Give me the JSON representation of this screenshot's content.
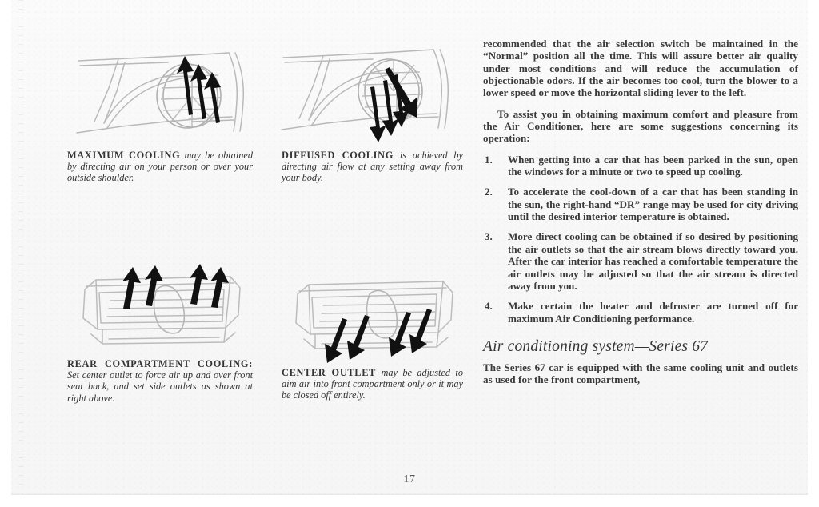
{
  "page": {
    "number": "17",
    "paper_color": "#f7f7f7",
    "ink_color": "#3a3a3a"
  },
  "figures": [
    {
      "id": "maximum-cooling",
      "icon": "dashboard-round-air-outlet-arrows-up",
      "arrow_direction": "up-left",
      "arrow_count": 3,
      "caption_head": "MAXIMUM COOLING",
      "caption_body": "may be obtained by directing air on your person or over your outside shoulder."
    },
    {
      "id": "diffused-cooling",
      "icon": "dashboard-round-air-outlet-arrows-down",
      "arrow_direction": "down-right",
      "arrow_count": 4,
      "caption_head": "DIFFUSED COOLING",
      "caption_body": "is achieved by directing air flow at any setting away from your body."
    },
    {
      "id": "rear-compartment-cooling",
      "icon": "rectangular-air-outlet-arrows-up",
      "arrow_direction": "up",
      "arrow_count": 4,
      "caption_head": "REAR COMPARTMENT COOLING:",
      "caption_body": "Set center outlet to force air up and over front seat back, and set side outlets as shown at right above."
    },
    {
      "id": "center-outlet",
      "icon": "rectangular-air-outlet-arrows-down",
      "arrow_direction": "down-left",
      "arrow_count": 4,
      "caption_head": "CENTER OUTLET",
      "caption_body": "may be adjusted to aim air into front compartment only or it may be closed off entirely."
    }
  ],
  "right_column": {
    "paragraph_1": "recommended that the air selection switch be maintained in the “Normal” position all the time. This will assure better air quality under most conditions and will reduce the accumulation of objectionable odors. If the air becomes too cool, turn the blower to a lower speed or move the horizontal sliding lever to the left.",
    "paragraph_2": "To assist you in obtaining maximum comfort and pleasure from the Air Conditioner, here are some suggestions concerning its operation:",
    "list": [
      {
        "number": "1.",
        "text": "When getting into a car that has been parked in the sun, open the windows for a minute or two to speed up cooling."
      },
      {
        "number": "2.",
        "text": "To accelerate the cool-down of a car that has been standing in the sun, the right-hand “DR” range may be used for city driving until the desired interior temperature is obtained."
      },
      {
        "number": "3.",
        "text": "More direct cooling can be obtained if so desired by positioning the air outlets so that the air stream blows directly toward you. After the car interior has reached a comfortable temperature the air outlets may be adjusted so that the air stream is directed away from you."
      },
      {
        "number": "4.",
        "text": "Make certain the heater and defroster are turned off for maximum Air Conditioning performance."
      }
    ],
    "section_heading": "Air conditioning system—Series 67",
    "paragraph_3": "The Series 67 car is equipped with the same cooling unit and outlets as used for the front compartment,"
  }
}
